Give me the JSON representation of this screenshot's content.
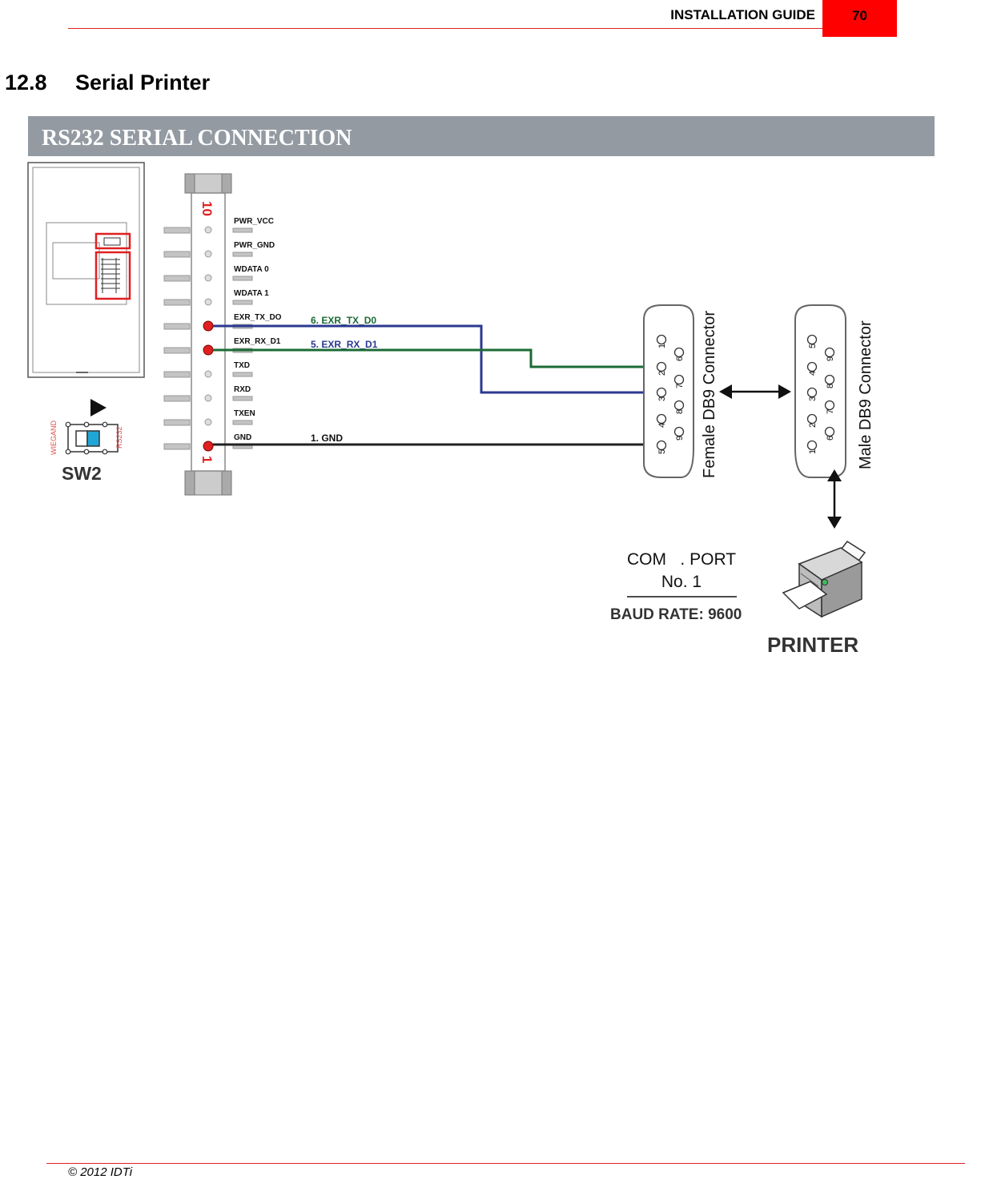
{
  "header": {
    "title": "INSTALLATION GUIDE",
    "page_number": "70"
  },
  "section": {
    "number": "12.8",
    "title": "Serial Printer"
  },
  "diagram": {
    "banner": "RS232 SERIAL CONNECTION",
    "terminal": {
      "top_number": "10",
      "bottom_number": "1",
      "pins": [
        "PWR_VCC",
        "PWR_GND",
        "WDATA 0",
        "WDATA 1",
        "EXR_TX_DO",
        "EXR_RX_D1",
        "TXD",
        "RXD",
        "TXEN",
        "GND"
      ]
    },
    "wires": {
      "tx": "6. EXR_TX_D0",
      "rx": "5. EXR_RX_D1",
      "gnd": "1. GND"
    },
    "switch": {
      "label": "SW2",
      "left_label": "WIEGAND",
      "right_label": "RS232"
    },
    "female_connector": "Female DB9 Connector",
    "male_connector": "Male DB9 Connector",
    "com_port": "COM   . PORT",
    "port_number": "No. 1",
    "baud_rate": "BAUD RATE: 9600",
    "printer_label": "PRINTER",
    "colors": {
      "tx_wire": "#2b3990",
      "rx_wire": "#1b6b35",
      "gnd_wire": "#222222",
      "banner": "#939aa2",
      "accent_red": "#e02020"
    }
  },
  "footer": {
    "copyright": "© 2012 IDTi"
  }
}
